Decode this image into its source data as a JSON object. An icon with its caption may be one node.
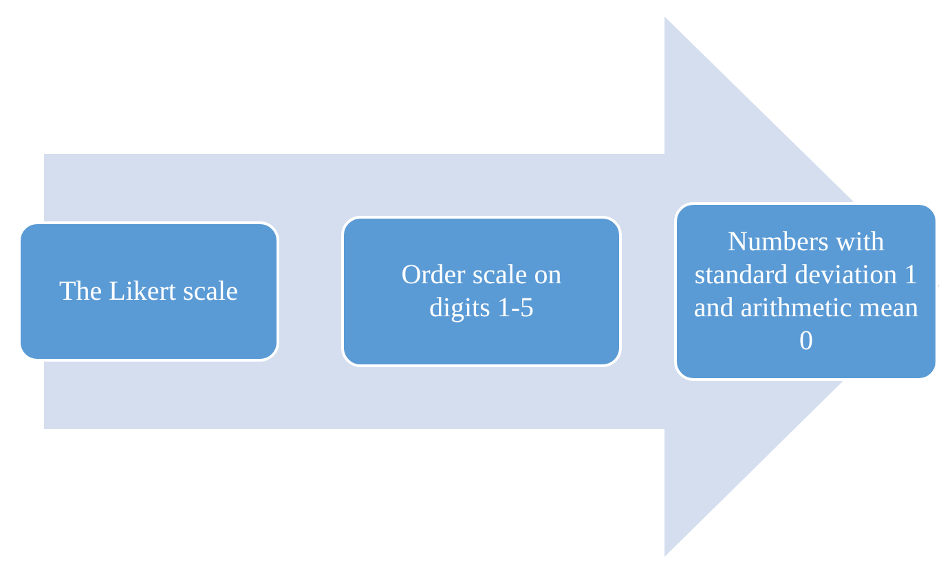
{
  "diagram": {
    "nodes": [
      {
        "text": [
          "The Likert scale"
        ]
      },
      {
        "text": [
          "Order scale on digits 1-5"
        ]
      },
      {
        "text": [
          "Numbers with standard deviation 1 and arithmetic mean 0"
        ]
      }
    ],
    "edges": [
      {
        "from": 0,
        "to": 2,
        "arrow": "to"
      }
    ]
  }
}
